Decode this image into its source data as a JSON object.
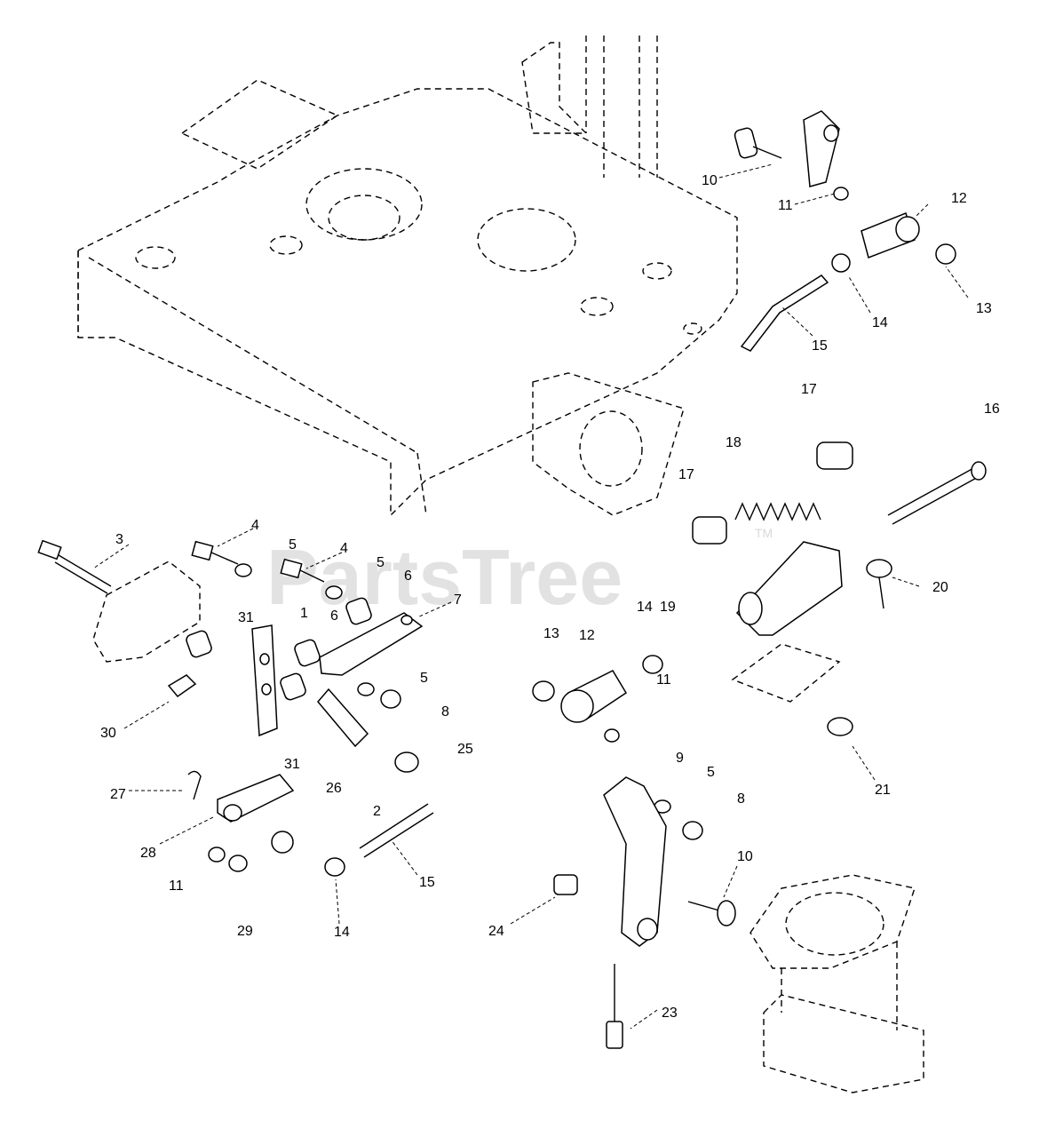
{
  "watermark": {
    "text": "PartsTree",
    "tm": "TM"
  },
  "callouts": [
    {
      "label": "1"
    },
    {
      "label": "2"
    },
    {
      "label": "3"
    },
    {
      "label": "4"
    },
    {
      "label": "4"
    },
    {
      "label": "5"
    },
    {
      "label": "5"
    },
    {
      "label": "5"
    },
    {
      "label": "5"
    },
    {
      "label": "6"
    },
    {
      "label": "6"
    },
    {
      "label": "7"
    },
    {
      "label": "8"
    },
    {
      "label": "8"
    },
    {
      "label": "9"
    },
    {
      "label": "10"
    },
    {
      "label": "10"
    },
    {
      "label": "11"
    },
    {
      "label": "11"
    },
    {
      "label": "11"
    },
    {
      "label": "12"
    },
    {
      "label": "12"
    },
    {
      "label": "13"
    },
    {
      "label": "13"
    },
    {
      "label": "14"
    },
    {
      "label": "14"
    },
    {
      "label": "14"
    },
    {
      "label": "15"
    },
    {
      "label": "15"
    },
    {
      "label": "16"
    },
    {
      "label": "17"
    },
    {
      "label": "17"
    },
    {
      "label": "18"
    },
    {
      "label": "19"
    },
    {
      "label": "20"
    },
    {
      "label": "21"
    },
    {
      "label": "23"
    },
    {
      "label": "24"
    },
    {
      "label": "25"
    },
    {
      "label": "26"
    },
    {
      "label": "27"
    },
    {
      "label": "28"
    },
    {
      "label": "29"
    },
    {
      "label": "30"
    },
    {
      "label": "31"
    },
    {
      "label": "31"
    }
  ]
}
